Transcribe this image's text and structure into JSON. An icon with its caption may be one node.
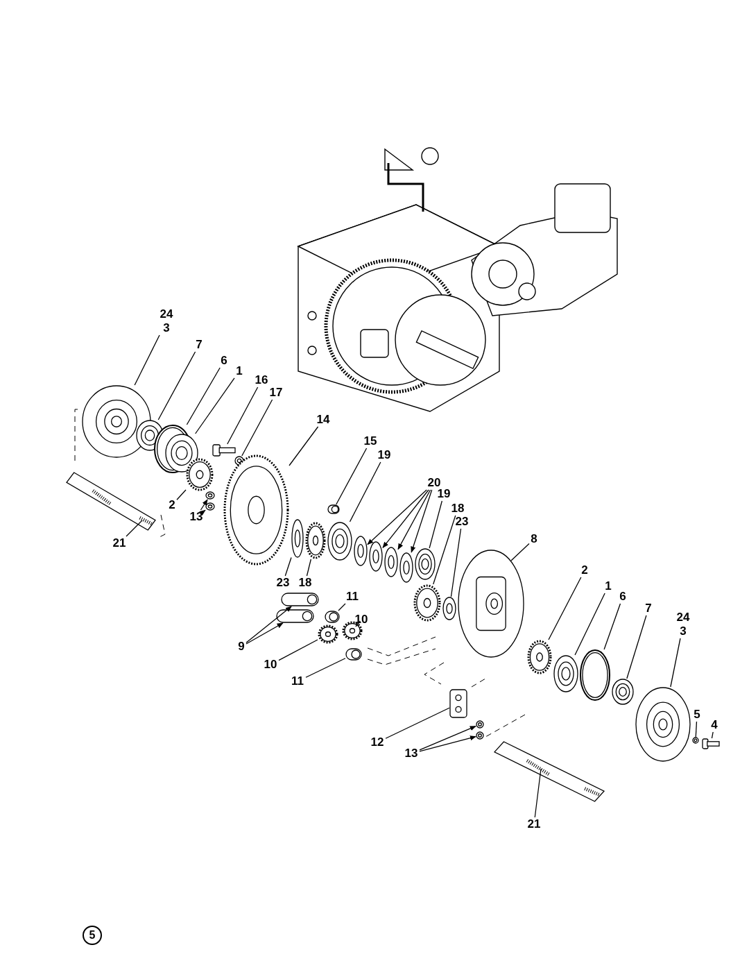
{
  "diagram": {
    "nodes": [
      {
        "text": [
          "24",
          "3"
        ]
      },
      {
        "text": [],
        "shape": "picture"
      },
      {
        "text": [
          "7"
        ]
      },
      {
        "text": [],
        "shape": "picture"
      },
      {
        "text": [
          "6"
        ]
      },
      {
        "text": [],
        "shape": "picture"
      },
      {
        "text": [
          "1"
        ]
      },
      {
        "text": [],
        "shape": "picture"
      },
      {
        "text": [
          "16"
        ]
      },
      {
        "text": [],
        "shape": "picture"
      },
      {
        "text": [
          "17"
        ]
      },
      {
        "text": [],
        "shape": "picture"
      },
      {
        "text": [
          "2"
        ]
      },
      {
        "text": [],
        "shape": "picture"
      },
      {
        "text": [
          "13"
        ]
      },
      {
        "text": [],
        "shape": "picture"
      },
      {
        "text": [],
        "shape": "picture"
      },
      {
        "text": [
          "21"
        ]
      },
      {
        "text": [],
        "shape": "picture"
      },
      {
        "text": [
          "14"
        ]
      },
      {
        "text": [],
        "shape": "picture"
      },
      {
        "text": [
          "15"
        ]
      },
      {
        "text": [],
        "shape": "picture"
      },
      {
        "text": [
          "19"
        ]
      },
      {
        "text": [],
        "shape": "picture"
      },
      {
        "text": [
          "20"
        ]
      },
      {
        "text": [],
        "shape": "picture"
      },
      {
        "text": [],
        "shape": "picture"
      },
      {
        "text": [],
        "shape": "picture"
      },
      {
        "text": [],
        "shape": "picture"
      },
      {
        "text": [
          "19"
        ]
      },
      {
        "text": [],
        "shape": "picture"
      },
      {
        "text": [
          "18"
        ]
      },
      {
        "text": [],
        "shape": "picture"
      },
      {
        "text": [
          "23"
        ]
      },
      {
        "text": [],
        "shape": "picture"
      },
      {
        "text": [
          "8"
        ]
      },
      {
        "text": [],
        "shape": "picture"
      },
      {
        "text": [
          "23"
        ]
      },
      {
        "text": [],
        "shape": "picture"
      },
      {
        "text": [
          "18"
        ]
      },
      {
        "text": [],
        "shape": "picture"
      },
      {
        "text": [
          "11"
        ]
      },
      {
        "text": [],
        "shape": "picture"
      },
      {
        "text": [
          "10"
        ]
      },
      {
        "text": [],
        "shape": "picture"
      },
      {
        "text": [
          "9"
        ]
      },
      {
        "text": [],
        "shape": "picture"
      },
      {
        "text": [],
        "shape": "picture"
      },
      {
        "text": [
          "10"
        ]
      },
      {
        "text": [],
        "shape": "picture"
      },
      {
        "text": [
          "11"
        ]
      },
      {
        "text": [],
        "shape": "picture"
      },
      {
        "text": [
          "2"
        ]
      },
      {
        "text": [],
        "shape": "picture"
      },
      {
        "text": [
          "1"
        ]
      },
      {
        "text": [],
        "shape": "picture"
      },
      {
        "text": [
          "6"
        ]
      },
      {
        "text": [],
        "shape": "picture"
      },
      {
        "text": [
          "7"
        ]
      },
      {
        "text": [],
        "shape": "picture"
      },
      {
        "text": [
          "24",
          "3"
        ]
      },
      {
        "text": [],
        "shape": "picture"
      },
      {
        "text": [
          "5"
        ]
      },
      {
        "text": [],
        "shape": "picture"
      },
      {
        "text": [
          "4"
        ]
      },
      {
        "text": [],
        "shape": "picture"
      },
      {
        "text": [
          "12"
        ]
      },
      {
        "text": [],
        "shape": "picture"
      },
      {
        "text": [
          "13"
        ]
      },
      {
        "text": [],
        "shape": "picture"
      },
      {
        "text": [],
        "shape": "picture"
      },
      {
        "text": [
          "21"
        ]
      },
      {
        "text": [],
        "shape": "picture"
      }
    ],
    "edges": [
      {
        "from": 0,
        "to": 1,
        "arrow": "none"
      },
      {
        "from": 2,
        "to": 3,
        "arrow": "none"
      },
      {
        "from": 4,
        "to": 5,
        "arrow": "none"
      },
      {
        "from": 6,
        "to": 7,
        "arrow": "none"
      },
      {
        "from": 8,
        "to": 9,
        "arrow": "none"
      },
      {
        "from": 10,
        "to": 11,
        "arrow": "none"
      },
      {
        "from": 12,
        "to": 13,
        "arrow": "none"
      },
      {
        "from": 14,
        "to": 15,
        "arrow": "to"
      },
      {
        "from": 14,
        "to": 16,
        "arrow": "to"
      },
      {
        "from": 17,
        "to": 18,
        "arrow": "none"
      },
      {
        "from": 19,
        "to": 20,
        "arrow": "none"
      },
      {
        "from": 21,
        "to": 22,
        "arrow": "none"
      },
      {
        "from": 23,
        "to": 24,
        "arrow": "none"
      },
      {
        "from": 25,
        "to": 26,
        "arrow": "to"
      },
      {
        "from": 25,
        "to": 27,
        "arrow": "to"
      },
      {
        "from": 25,
        "to": 28,
        "arrow": "to"
      },
      {
        "from": 25,
        "to": 29,
        "arrow": "to"
      },
      {
        "from": 30,
        "to": 31,
        "arrow": "none"
      },
      {
        "from": 32,
        "to": 33,
        "arrow": "none"
      },
      {
        "from": 34,
        "to": 35,
        "arrow": "none"
      },
      {
        "from": 36,
        "to": 37,
        "arrow": "none"
      },
      {
        "from": 38,
        "to": 39,
        "arrow": "none"
      },
      {
        "from": 40,
        "to": 41,
        "arrow": "none"
      },
      {
        "from": 42,
        "to": 43,
        "arrow": "none"
      },
      {
        "from": 44,
        "to": 45,
        "arrow": "none"
      },
      {
        "from": 46,
        "to": 47,
        "arrow": "to"
      },
      {
        "from": 46,
        "to": 48,
        "arrow": "to"
      },
      {
        "from": 49,
        "to": 50,
        "arrow": "none"
      },
      {
        "from": 51,
        "to": 52,
        "arrow": "none"
      },
      {
        "from": 53,
        "to": 54,
        "arrow": "none"
      },
      {
        "from": 55,
        "to": 56,
        "arrow": "none"
      },
      {
        "from": 57,
        "to": 58,
        "arrow": "none"
      },
      {
        "from": 59,
        "to": 60,
        "arrow": "none"
      },
      {
        "from": 61,
        "to": 62,
        "arrow": "none"
      },
      {
        "from": 63,
        "to": 64,
        "arrow": "none"
      },
      {
        "from": 65,
        "to": 66,
        "arrow": "none"
      },
      {
        "from": 67,
        "to": 68,
        "arrow": "none"
      },
      {
        "from": 69,
        "to": 70,
        "arrow": "to"
      },
      {
        "from": 69,
        "to": 71,
        "arrow": "to"
      },
      {
        "from": 72,
        "to": 73,
        "arrow": "none"
      }
    ],
    "labels": [
      "5"
    ]
  }
}
